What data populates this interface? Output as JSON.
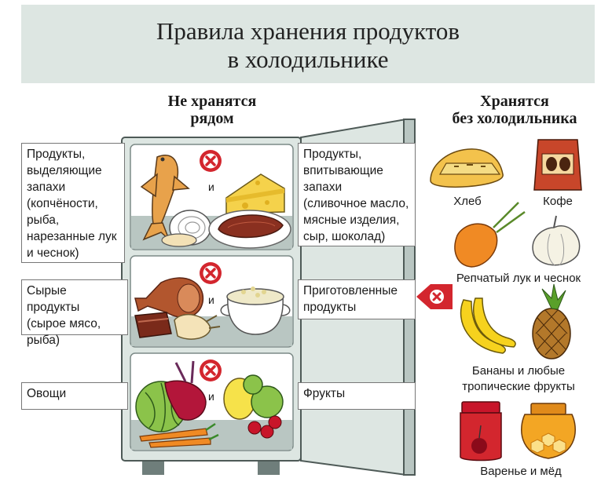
{
  "title": {
    "line1": "Правила хранения продуктов",
    "line2": "в холодильнике"
  },
  "left_header": {
    "line1": "Не хранятся",
    "line2": "рядом"
  },
  "right_header": {
    "line1": "Хранятся",
    "line2": "без холодильника"
  },
  "rows": [
    {
      "left": "Продукты,\nвыделяющие\nзапахи\n(копчёности,\nрыба,\nнарезанные лук\nи чеснок)",
      "and": "и",
      "right": "Продукты,\nвпитывающие\nзапахи\n(сливочное масло,\nмясные изделия,\nсыр, шоколад)"
    },
    {
      "left": "Сырые продукты\n(сырое мясо,\nрыба)",
      "and": "и",
      "right": "Приготовленные\nпродукты"
    },
    {
      "left": "Овощи",
      "and": "и",
      "right": "Фрукты"
    }
  ],
  "outside": {
    "bread": "Хлеб",
    "coffee": "Кофе",
    "onion_garlic": "Репчатый лук и чеснок",
    "bananas_line1": "Бананы и любые",
    "bananas_line2": "тропические фрукты",
    "jam_honey": "Варенье и мёд"
  },
  "colors": {
    "banner": "#dde6e2",
    "fridge_body": "#dde6e2",
    "fridge_shelf": "#b9c6c2",
    "forbid_red": "#d3262e"
  },
  "icons": [
    "no-entry-icon",
    "fish-icon",
    "cheese-icon",
    "onion-icon",
    "sausage-icon",
    "ham-icon",
    "meat-icon",
    "chicken-icon",
    "pot-icon",
    "cabbage-icon",
    "beet-icon",
    "carrot-icon",
    "apple-icon",
    "lemon-icon",
    "cherry-icon",
    "bread-icon",
    "coffee-icon",
    "garlic-icon",
    "banana-icon",
    "pineapple-icon",
    "jam-jar-icon",
    "honey-jar-icon"
  ]
}
